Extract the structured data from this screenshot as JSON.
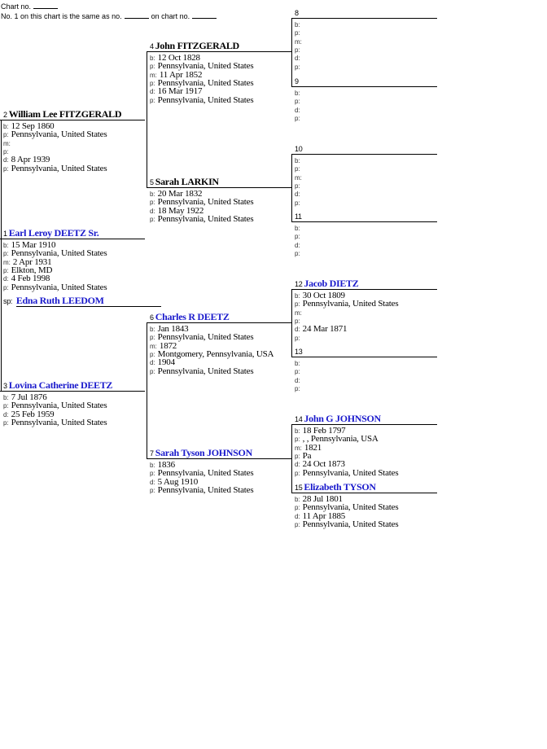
{
  "header": {
    "chart_no_label": "Chart no.",
    "same_as_prefix": "No. 1 on this chart is the same as no.",
    "same_as_middle": "on chart no."
  },
  "spouse": {
    "label": "sp:",
    "name": "Edna Ruth LEEDOM"
  },
  "colors": {
    "link": "#1a1acc",
    "text": "#000000"
  },
  "people": [
    {
      "num": "1",
      "name": "Earl Leroy DEETZ Sr.",
      "link": true,
      "fields": [
        [
          "b:",
          "15 Mar 1910"
        ],
        [
          "p:",
          "Pennsylvania, United States"
        ],
        [
          "m:",
          "2 Apr 1931"
        ],
        [
          "p:",
          "Elkton, MD"
        ],
        [
          "d:",
          "4 Feb 1998"
        ],
        [
          "p:",
          "Pennsylvania, United States"
        ]
      ]
    },
    {
      "num": "2",
      "name": "William Lee FITZGERALD",
      "link": false,
      "fields": [
        [
          "b:",
          "12 Sep 1860"
        ],
        [
          "p:",
          "Pennsylvania, United States"
        ],
        [
          "m:",
          ""
        ],
        [
          "p:",
          ""
        ],
        [
          "d:",
          "8 Apr 1939"
        ],
        [
          "p:",
          "Pennsylvania, United States"
        ]
      ]
    },
    {
      "num": "3",
      "name": "Lovina Catherine DEETZ",
      "link": true,
      "fields": [
        [
          "b:",
          "7 Jul 1876"
        ],
        [
          "p:",
          "Pennsylvania, United States"
        ],
        [
          "d:",
          "25 Feb 1959"
        ],
        [
          "p:",
          "Pennsylvania, United States"
        ]
      ]
    },
    {
      "num": "4",
      "name": "John FITZGERALD",
      "link": false,
      "fields": [
        [
          "b:",
          "12 Oct 1828"
        ],
        [
          "p:",
          "Pennsylvania, United States"
        ],
        [
          "m:",
          "11 Apr 1852"
        ],
        [
          "p:",
          "Pennsylvania, United States"
        ],
        [
          "d:",
          "16 Mar 1917"
        ],
        [
          "p:",
          "Pennsylvania, United States"
        ]
      ]
    },
    {
      "num": "5",
      "name": "Sarah LARKIN",
      "link": false,
      "fields": [
        [
          "b:",
          "20 Mar 1832"
        ],
        [
          "p:",
          "Pennsylvania, United States"
        ],
        [
          "d:",
          "18 May 1922"
        ],
        [
          "p:",
          "Pennsylvania, United States"
        ]
      ]
    },
    {
      "num": "6",
      "name": "Charles R DEETZ",
      "link": true,
      "fields": [
        [
          "b:",
          "Jan 1843"
        ],
        [
          "p:",
          "Pennsylvania, United States"
        ],
        [
          "m:",
          "1872"
        ],
        [
          "p:",
          "Montgomery, Pennsylvania, USA"
        ],
        [
          "d:",
          "1904"
        ],
        [
          "p:",
          "Pennsylvania, United States"
        ]
      ]
    },
    {
      "num": "7",
      "name": "Sarah Tyson JOHNSON",
      "link": true,
      "fields": [
        [
          "b:",
          "1836"
        ],
        [
          "p:",
          "Pennsylvania, United States"
        ],
        [
          "d:",
          "5 Aug 1910"
        ],
        [
          "p:",
          "Pennsylvania, United States"
        ]
      ]
    },
    {
      "num": "8",
      "name": "",
      "link": false,
      "fields": [
        [
          "b:",
          ""
        ],
        [
          "p:",
          ""
        ],
        [
          "m:",
          ""
        ],
        [
          "p:",
          ""
        ],
        [
          "d:",
          ""
        ],
        [
          "p:",
          ""
        ]
      ]
    },
    {
      "num": "9",
      "name": "",
      "link": false,
      "fields": [
        [
          "b:",
          ""
        ],
        [
          "p:",
          ""
        ],
        [
          "d:",
          ""
        ],
        [
          "p:",
          ""
        ]
      ]
    },
    {
      "num": "10",
      "name": "",
      "link": false,
      "fields": [
        [
          "b:",
          ""
        ],
        [
          "p:",
          ""
        ],
        [
          "m:",
          ""
        ],
        [
          "p:",
          ""
        ],
        [
          "d:",
          ""
        ],
        [
          "p:",
          ""
        ]
      ]
    },
    {
      "num": "11",
      "name": "",
      "link": false,
      "fields": [
        [
          "b:",
          ""
        ],
        [
          "p:",
          ""
        ],
        [
          "d:",
          ""
        ],
        [
          "p:",
          ""
        ]
      ]
    },
    {
      "num": "12",
      "name": "Jacob DIETZ",
      "link": true,
      "fields": [
        [
          "b:",
          "30 Oct 1809"
        ],
        [
          "p:",
          "Pennsylvania, United States"
        ],
        [
          "m:",
          ""
        ],
        [
          "p:",
          ""
        ],
        [
          "d:",
          "24 Mar 1871"
        ],
        [
          "p:",
          ""
        ]
      ]
    },
    {
      "num": "13",
      "name": "",
      "link": false,
      "fields": [
        [
          "b:",
          ""
        ],
        [
          "p:",
          ""
        ],
        [
          "d:",
          ""
        ],
        [
          "p:",
          ""
        ]
      ]
    },
    {
      "num": "14",
      "name": "John G JOHNSON",
      "link": true,
      "fields": [
        [
          "b:",
          "18 Feb 1797"
        ],
        [
          "p:",
          ", , Pennsylvania, USA"
        ],
        [
          "m:",
          "1821"
        ],
        [
          "p:",
          "Pa"
        ],
        [
          "d:",
          "24 Oct 1873"
        ],
        [
          "p:",
          "Pennsylvania, United States"
        ]
      ]
    },
    {
      "num": "15",
      "name": "Elizabeth TYSON",
      "link": true,
      "fields": [
        [
          "b:",
          "28 Jul 1801"
        ],
        [
          "p:",
          "Pennsylvania, United States"
        ],
        [
          "d:",
          "11 Apr 1885"
        ],
        [
          "p:",
          "Pennsylvania, United States"
        ]
      ]
    }
  ]
}
